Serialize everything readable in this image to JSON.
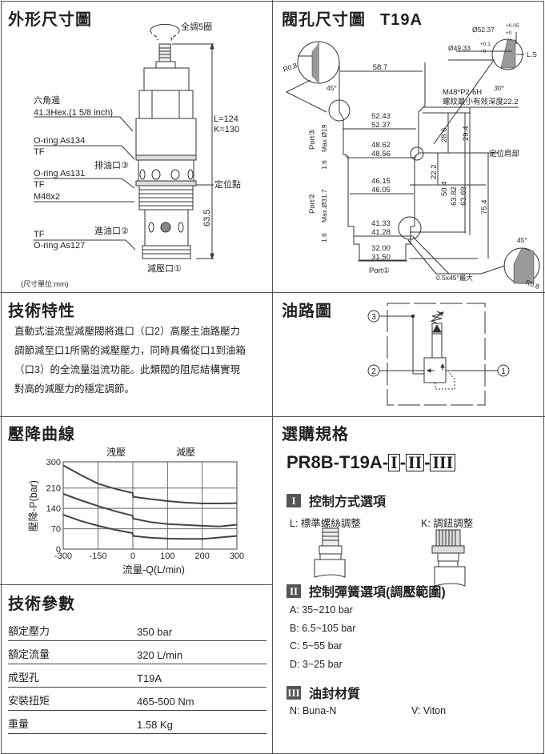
{
  "outline": {
    "title": "外形尺寸圖",
    "adjust_turns": "全調5圈",
    "minus_sign": "-",
    "plus_sign": "+",
    "hex_label": "六角邊",
    "hex_size": "41.3Hex.(1 5/8 inch)",
    "oring_top": "O-ring As134",
    "tf_top": "TF",
    "drain_port": "排油口③",
    "oring_mid": "O-ring As131",
    "tf_mid": "TF",
    "thread": "M48x2",
    "inlet_port": "進油口②",
    "tf_bottom": "TF",
    "oring_bottom": "O-ring As127",
    "reduced_port": "減壓口①",
    "length_l": "L=124",
    "length_k": "K=130",
    "locating_point": "定位點",
    "dim_lower": "63.5",
    "unit_note": "(尺寸單位:mm)"
  },
  "cavity": {
    "title": "閥孔尺寸圖",
    "code": "T19A",
    "dia_outer": "Ø52.37",
    "dia_outer_tol_plus": "+0.05",
    "dia_outer_tol_minus": "+0",
    "dia_inner": "Ø49.33",
    "dia_inner_tol_plus": "+0.1",
    "dia_inner_tol_minus": "+0",
    "ls": "L.S",
    "angle_30": "30°",
    "angle_45_top": "45°",
    "angle_45_bottom": "45°",
    "r_top": "R0.8",
    "r_bottom": "R0.8",
    "d_58_7": "58.7",
    "thread_spec": "M48*P2-6H",
    "thread_depth": "螺紋最小有效深度22.2",
    "d_52_43": "52.43",
    "d_52_37": "52.37",
    "d_48_62": "48.62",
    "d_48_56": "48.56",
    "d_46_15": "46.15",
    "d_46_05": "46.05",
    "d_41_33": "41.33",
    "d_41_28": "41.28",
    "d_32_00": "32.00",
    "d_31_50": "31.50",
    "d_28_6": "28.6",
    "d_29_4": "29.4",
    "d_22_2": "22.2",
    "d_50_4": "50.4",
    "d_63_82": "63.82",
    "d_63_69": "63.69",
    "d_75_4": "75.4",
    "shoulder": "定位肩部",
    "port3": "Port③",
    "port3_max": "Max.Ø19",
    "port2": "Port②",
    "port2_max": "Max.Ø31.7",
    "port1": "Port①",
    "gap1": "1.6",
    "gap2": "1.6",
    "chamfer": "0.5x45°最大"
  },
  "features": {
    "title": "技術特性",
    "lines": [
      "直動式溢流型減壓閥將進口（口2）高壓主油路壓力",
      "調節減至口1所需的減壓壓力，同時具備從口1到油箱",
      "（口3）的全流量溢流功能。此類閥的阻尼結構實現",
      "對高的減壓力的穩定調節。"
    ]
  },
  "circuit": {
    "title": "油路圖",
    "port3": "3",
    "port2": "2",
    "port1": "1"
  },
  "curve": {
    "title": "壓降曲線"
  },
  "chart_data": {
    "type": "line",
    "title": "",
    "xlabel": "流量-Q(L/min)",
    "ylabel": "壓降-P(bar)",
    "region_labels": [
      "洩壓",
      "減壓"
    ],
    "x_ticks_left": [
      -300,
      -150,
      0
    ],
    "x_ticks_right": [
      100,
      200,
      300
    ],
    "x_tick_labels": [
      "-300",
      "-150",
      "0",
      "100",
      "200",
      "300"
    ],
    "y_ticks": [
      0,
      70,
      140,
      210,
      300
    ],
    "y_tick_labels": [
      "0",
      "70",
      "140",
      "210",
      "300"
    ],
    "xlim": [
      -300,
      300
    ],
    "ylim": [
      0,
      300
    ],
    "grid": true,
    "series": [
      {
        "name": "upper",
        "x": [
          -300,
          -225,
          -150,
          -75,
          -1,
          1,
          50,
          100,
          150,
          200,
          250,
          300
        ],
        "y": [
          288,
          255,
          225,
          207,
          193,
          180,
          172,
          165,
          160,
          157,
          157,
          158
        ]
      },
      {
        "name": "middle",
        "x": [
          -300,
          -225,
          -150,
          -75,
          -1,
          1,
          50,
          100,
          150,
          200,
          250,
          300
        ],
        "y": [
          190,
          168,
          148,
          130,
          115,
          105,
          93,
          86,
          83,
          80,
          78,
          84
        ]
      },
      {
        "name": "lower",
        "x": [
          -300,
          -225,
          -150,
          -75,
          -1,
          1,
          50,
          100,
          150,
          200,
          250,
          300
        ],
        "y": [
          118,
          97,
          80,
          66,
          55,
          45,
          39,
          36,
          35,
          35,
          40,
          45
        ]
      }
    ]
  },
  "params": {
    "title": "技術參數",
    "rows": [
      {
        "label": "額定壓力",
        "value": "350 bar"
      },
      {
        "label": "額定流量",
        "value": "320 L/min"
      },
      {
        "label": "成型孔",
        "value": "T19A"
      },
      {
        "label": "安裝扭矩",
        "value": "465-500 Nm"
      },
      {
        "label": "重量",
        "value": "1.58 Kg"
      }
    ]
  },
  "ordering": {
    "title": "選購規格",
    "model_prefix": "PR8B-T19A",
    "sep": "-",
    "code1": "I",
    "code2": "II",
    "code3": "III",
    "section1": {
      "numeral": "I",
      "title": "控制方式選項",
      "opt_l": "L: 標準螺絲調整",
      "opt_k": "K: 調鈕調整"
    },
    "section2": {
      "numeral": "II",
      "title": "控制彈簧選項(調壓範圍)",
      "options": [
        "A:  35~210  bar",
        "B:  6.5~105  bar",
        "C:  5~55  bar",
        "D:  3~25  bar"
      ]
    },
    "section3": {
      "numeral": "III",
      "title": "油封材質",
      "opt_n": "N:  Buna-N",
      "opt_v": "V:   Viton"
    }
  }
}
